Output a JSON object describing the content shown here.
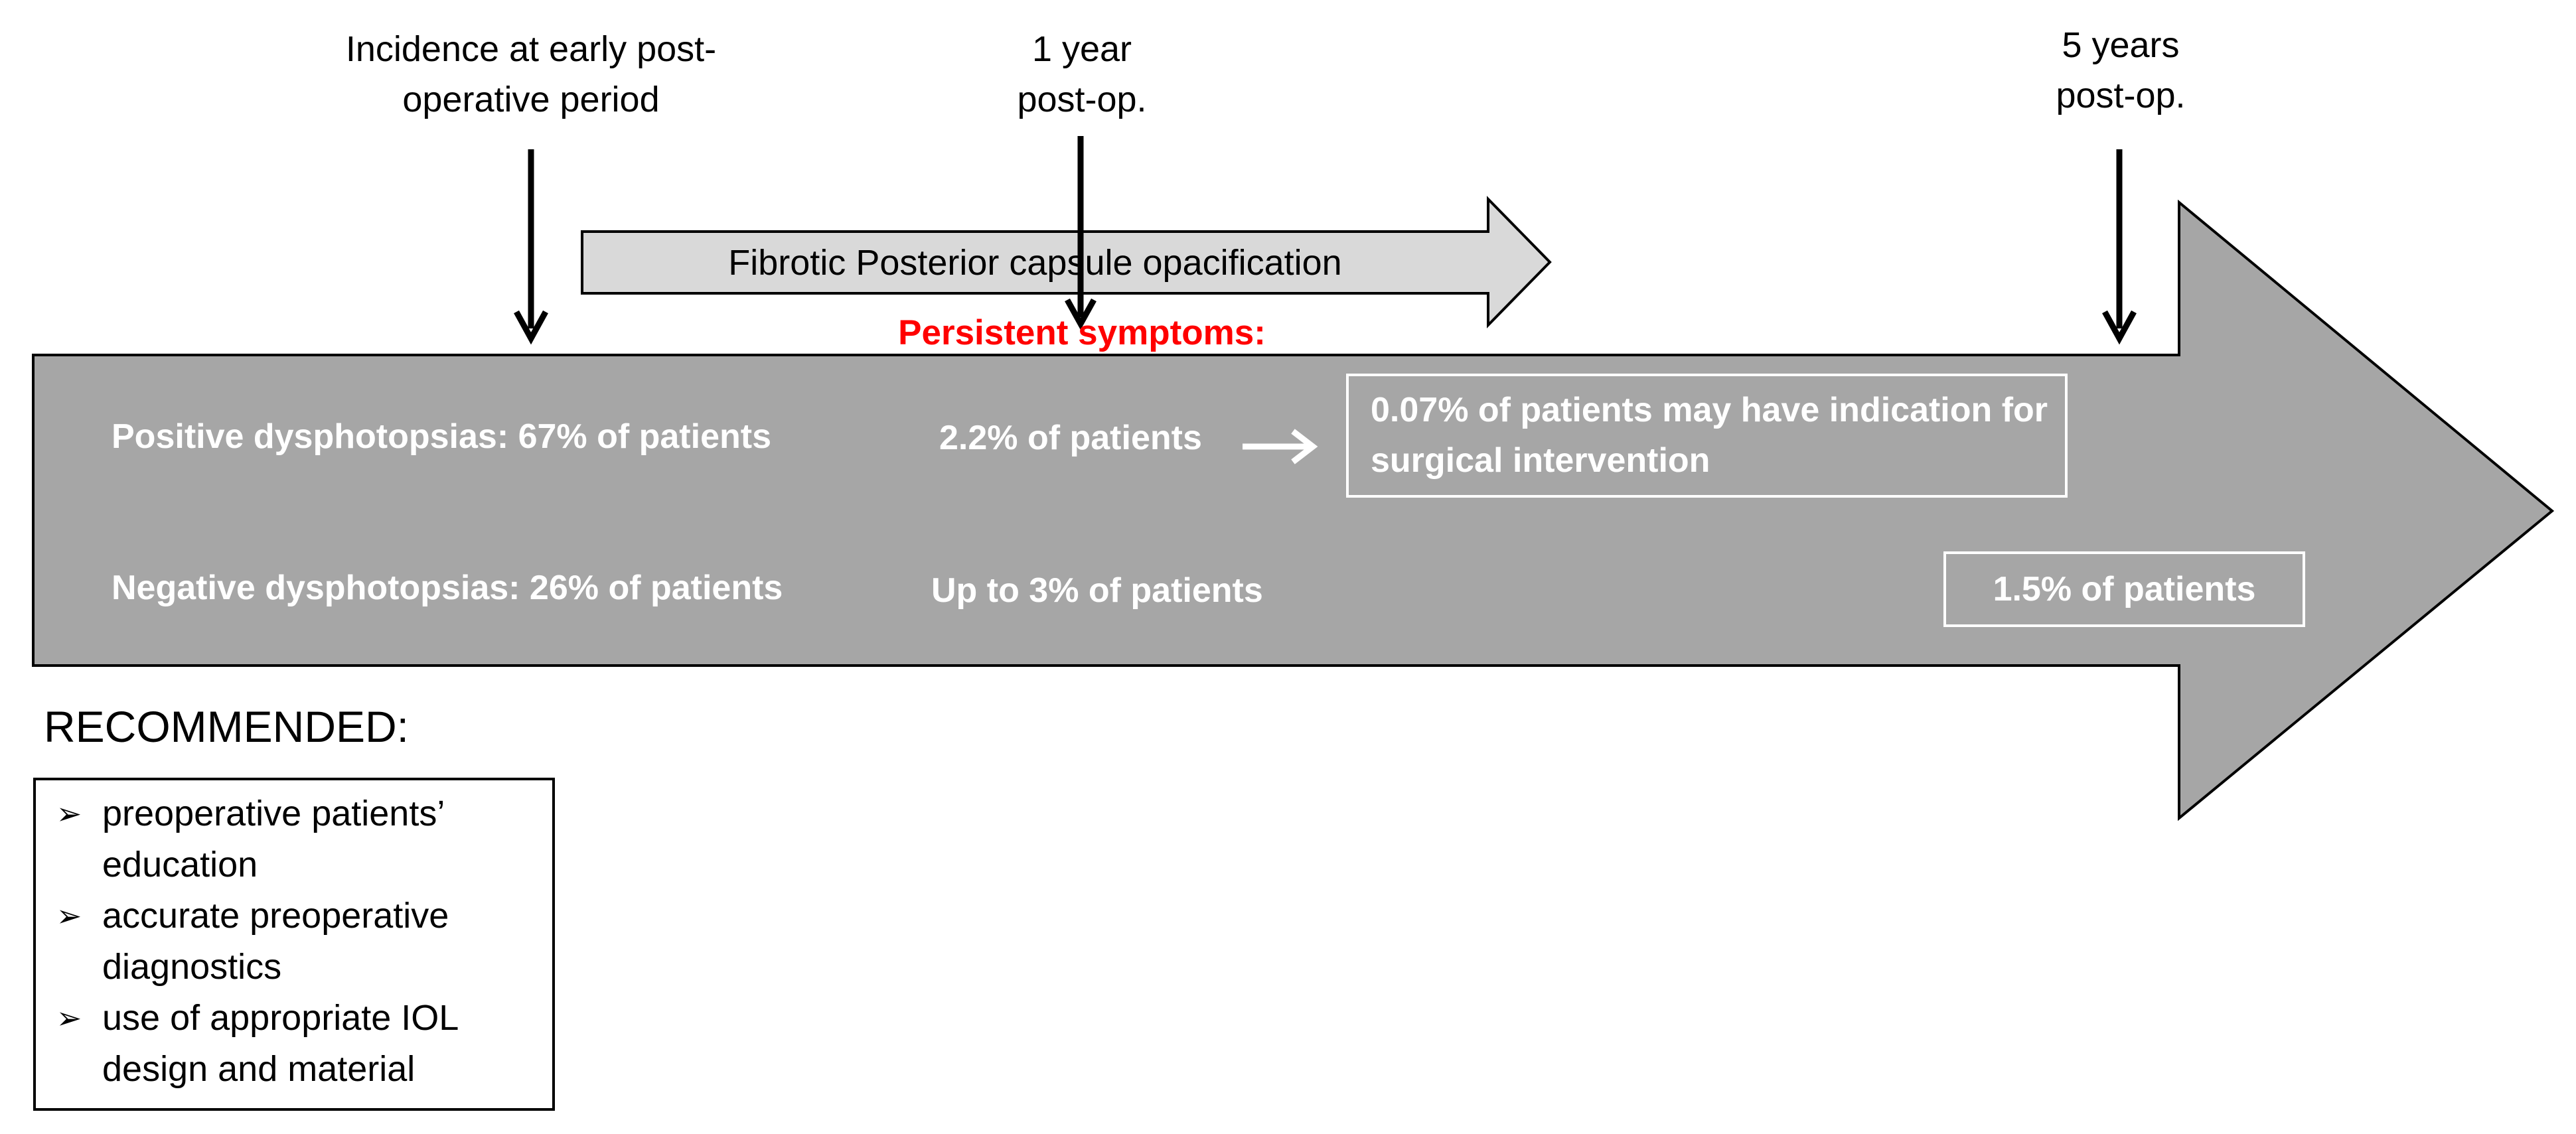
{
  "timeline": {
    "early_label": "Incidence at early post-operative period",
    "one_year_label": "1 year post-op.",
    "five_year_label": "5 years post-op."
  },
  "pco_arrow": {
    "label": "Fibrotic Posterior capsule opacification"
  },
  "persistent_symptoms": {
    "label": "Persistent symptoms:",
    "color": "#ff0000"
  },
  "main_arrow": {
    "fill": "#a6a6a6",
    "positive": {
      "term": "Positive dysphotopsias",
      "value": ": 67% of patients"
    },
    "negative": {
      "term": "Negative dysphotopsias",
      "value": ": 26% of patients"
    },
    "positive_one_year": "2.2% of patients",
    "negative_one_year": "Up to 3% of patients",
    "surgical_box": "0.07% of patients may have indication for surgical intervention",
    "negative_five_year": "1.5% of patients"
  },
  "recommended": {
    "title": "RECOMMENDED:",
    "bullet_icon": "arrowhead-bullet-icon",
    "items": [
      {
        "text": "preoperative patients’ education"
      },
      {
        "text": "accurate preoperative diagnostics"
      },
      {
        "text": "use of appropriate IOL design and material"
      }
    ]
  }
}
